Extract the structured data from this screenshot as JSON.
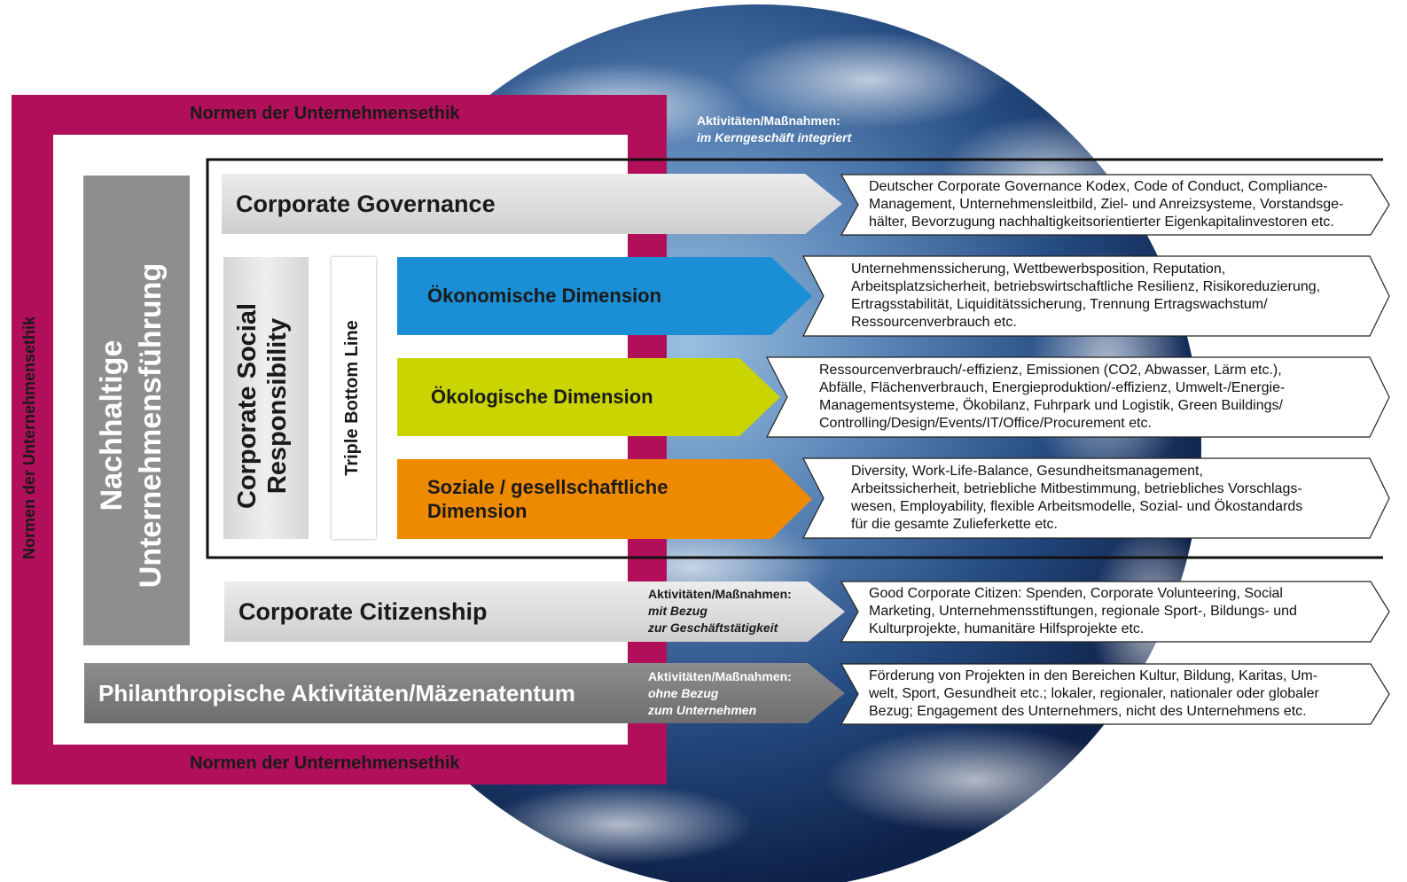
{
  "frame": {
    "top_label": "Normen der Unternehmensethik",
    "bottom_label": "Normen der Unternehmensethik",
    "left_label": "Normen der Unternehmensethik",
    "color": "#b10f5a"
  },
  "nachhaltige": {
    "line1": "Nachhaltige",
    "line2": "Unternehmensführung"
  },
  "csr": {
    "line1": "Corporate Social",
    "line2": "Responsibility"
  },
  "tbl": {
    "label": "Triple Bottom Line"
  },
  "activity_top": {
    "line1": "Aktivitäten/Maßnahmen:",
    "line2": "im Kerngeschäft integriert"
  },
  "governance": {
    "label": "Corporate Governance",
    "desc": [
      "Deutscher Corporate Governance Kodex, Code of Conduct, Compliance-",
      "Management, Unternehmensleitbild, Ziel- und Anreizsysteme, Vorstandsge-",
      "hälter, Bevorzugung nachhaltigkeitsorientierter Eigenkapitalinvestoren etc."
    ]
  },
  "dimensions": [
    {
      "label": "Ökonomische Dimension",
      "color": "#1b8fd6",
      "desc": [
        "Unternehmenssicherung, Wettbewerbsposition, Reputation,",
        "Arbeitsplatzsicherheit, betriebswirtschaftliche Resilienz, Risikoreduzierung,",
        "Ertragsstabilität, Liquiditätssicherung, Trennung Ertragswachstum/",
        "Ressourcenverbrauch etc."
      ]
    },
    {
      "label": "Ökologische Dimension",
      "color": "#c9d400",
      "desc": [
        "Ressourcenverbrauch/-effizienz, Emissionen (CO2, Abwasser, Lärm etc.),",
        "Abfälle, Flächenverbrauch, Energieproduktion/-effizienz, Umwelt-/Energie-",
        "Managementsysteme, Ökobilanz, Fuhrpark und Logistik, Green Buildings/",
        "Controlling/Design/Events/IT/Office/Procurement etc."
      ]
    },
    {
      "label_line1": "Soziale / gesellschaftliche",
      "label_line2": "Dimension",
      "color": "#ee8a00",
      "desc": [
        "Diversity, Work-Life-Balance, Gesundheitsmanagement,",
        "Arbeitssicherheit, betriebliche Mitbestimmung, betriebliches Vorschlags-",
        "wesen, Employability, flexible Arbeitsmodelle, Sozial- und Ökostandards",
        "für die gesamte Zulieferkette etc."
      ]
    }
  ],
  "citizenship": {
    "label": "Corporate Citizenship",
    "activity": [
      "Aktivitäten/Maßnahmen:",
      "mit Bezug",
      "zur Geschäftstätigkeit"
    ],
    "desc": [
      "Good Corporate Citizen: Spenden, Corporate Volunteering, Social",
      "Marketing, Unternehmensstiftungen, regionale Sport-, Bildungs- und",
      "Kulturprojekte, humanitäre Hilfsprojekte etc."
    ]
  },
  "philanthropy": {
    "label": "Philanthropische Aktivitäten/Mäzenatentum",
    "activity": [
      "Aktivitäten/Maßnahmen:",
      "ohne Bezug",
      "zum Unternehmen"
    ],
    "desc": [
      "Förderung von Projekten in den Bereichen Kultur, Bildung, Karitas, Um-",
      "welt, Sport, Gesundheit etc.; lokaler, regionaler, nationaler oder globaler",
      "Bezug; Engagement des Unternehmers, nicht des Unternehmens etc."
    ]
  }
}
